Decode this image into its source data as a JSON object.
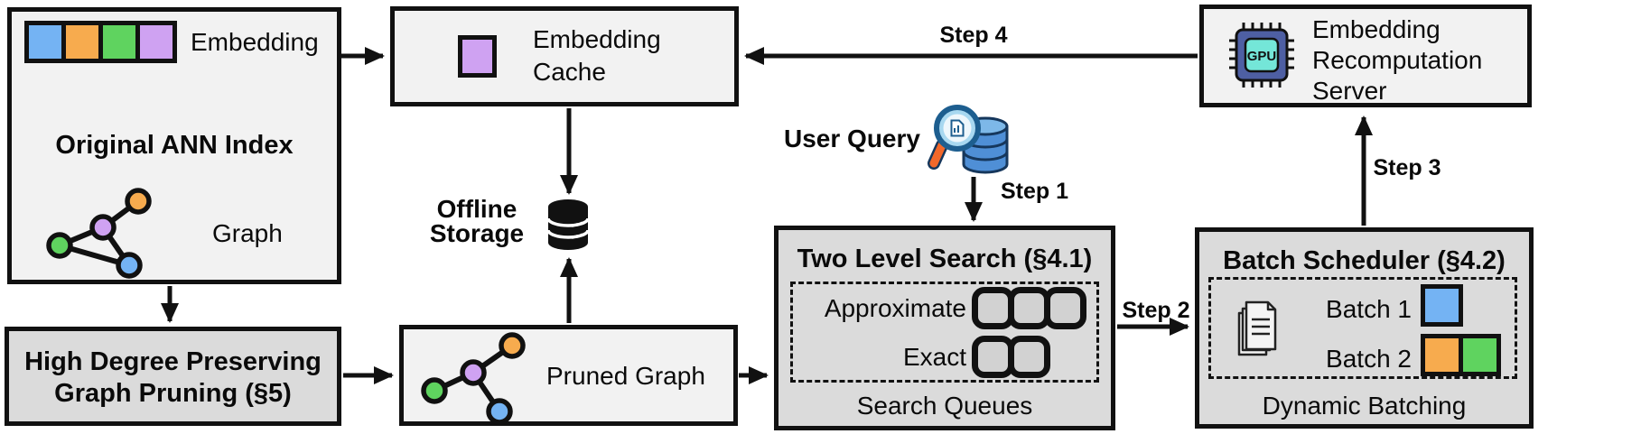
{
  "colors": {
    "blue": "#74b3f3",
    "orange": "#f7ab4e",
    "green": "#5fd35f",
    "purple": "#cfa2f2",
    "box_light": "#f2f2f2",
    "box_shaded": "#dbdbdb",
    "queue_fill": "#d2d2d2",
    "ink": "#111111",
    "gpu_body": "#4e5fa3",
    "gpu_core": "#74e6d8",
    "db_blue": "#4f8fd6",
    "db_blue_light": "#7db8e8",
    "db_outline": "#16375c",
    "lens_fill": "#a8d8f0",
    "lens_rim": "#1d5e8f",
    "handle_orange": "#f2682a"
  },
  "boxes": {
    "original_ann": {
      "embedding_label": "Embedding",
      "title": "Original ANN Index",
      "graph_label": "Graph",
      "embedding_cell_count": 4
    },
    "embedding_cache": {
      "label": "Embedding Cache"
    },
    "offline_storage": {
      "label": "Offline Storage"
    },
    "user_query": {
      "label": "User Query"
    },
    "two_level_search": {
      "title": "Two Level Search (§4.1)",
      "approximate_label": "Approximate",
      "exact_label": "Exact",
      "footer": "Search Queues",
      "approximate_queue_count": 3,
      "exact_queue_count": 2
    },
    "batch_scheduler": {
      "title": "Batch Scheduler (§4.2)",
      "batch1_label": "Batch 1",
      "batch2_label": "Batch 2",
      "footer": "Dynamic Batching",
      "batch1_colors": [
        "blue"
      ],
      "batch2_colors": [
        "orange",
        "green"
      ]
    },
    "recomputation_server": {
      "label": "Embedding Recomputation Server",
      "gpu_label": "GPU"
    },
    "high_degree_pruning": {
      "title_line1": "High Degree Preserving",
      "title_line2": "Graph Pruning (§5)"
    },
    "pruned_graph": {
      "label": "Pruned Graph"
    }
  },
  "steps": {
    "step1": "Step 1",
    "step2": "Step 2",
    "step3": "Step 3",
    "step4": "Step 4"
  },
  "icons": {
    "embedding_vector": "embedding-vector-icon",
    "cached_embedding": "cached-embedding-icon",
    "graph": "graph-icon",
    "pruned_graph": "pruned-graph-icon",
    "database": "database-icon",
    "user_query": "magnifier-database-icon",
    "gpu": "gpu-chip-icon",
    "documents": "documents-icon"
  }
}
